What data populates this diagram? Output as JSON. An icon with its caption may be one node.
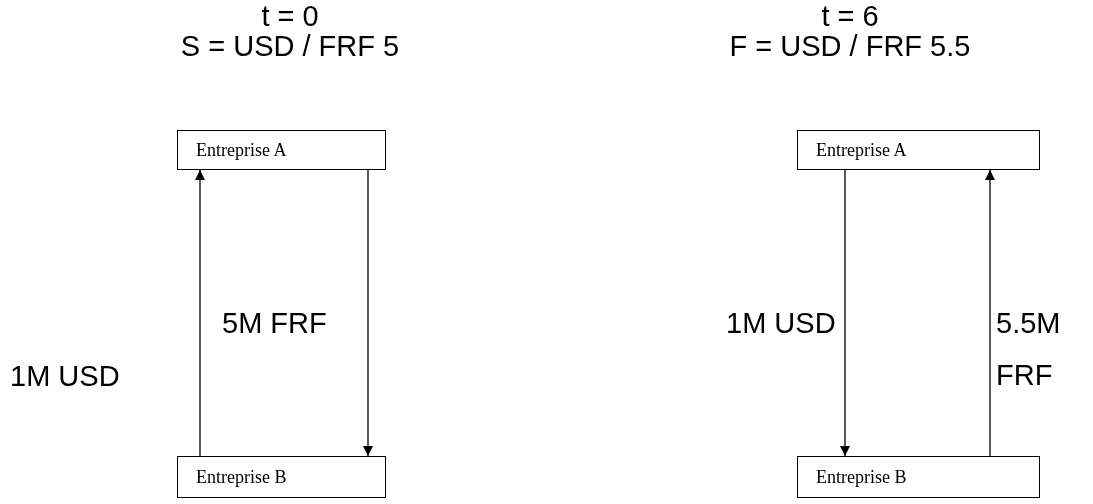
{
  "diagram": {
    "nodes": [
      {
        "text": [
          "Entreprise A"
        ]
      },
      {
        "text": [
          "Entreprise B"
        ]
      },
      {
        "text": [
          "Entreprise A"
        ]
      },
      {
        "text": [
          "Entreprise B"
        ]
      }
    ],
    "edges": [
      {
        "from": 1,
        "to": 0,
        "arrow": "to",
        "label": "1M USD"
      },
      {
        "from": 0,
        "to": 1,
        "arrow": "to",
        "label": "5M FRF"
      },
      {
        "from": 2,
        "to": 3,
        "arrow": "to",
        "label": "1M USD"
      },
      {
        "from": 3,
        "to": 2,
        "arrow": "to",
        "label": "5.5M FRF"
      }
    ],
    "labels": [
      "t = 0",
      "S = USD / FRF 5",
      "t = 6",
      "F = USD / FRF 5.5"
    ]
  }
}
